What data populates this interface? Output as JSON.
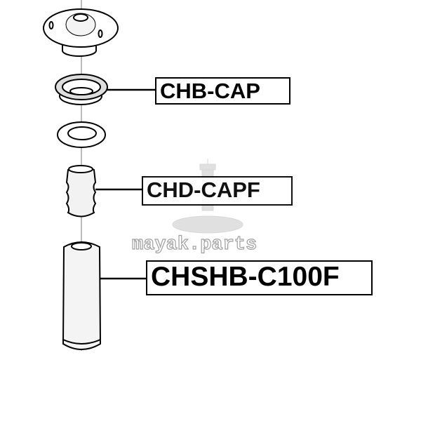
{
  "parts": [
    {
      "id": "top-mount",
      "label": null
    },
    {
      "id": "strut-bearing",
      "label": "CHB-CAP"
    },
    {
      "id": "washer",
      "label": null
    },
    {
      "id": "bump-stop",
      "label": "CHD-CAPF"
    },
    {
      "id": "dust-boot",
      "label": "CHSHB-C100F"
    }
  ],
  "labels": {
    "bearing": "CHB-CAP",
    "bump_stop": "CHD-CAPF",
    "boot": "CHSHB-C100F"
  },
  "watermark": "mayak.parts"
}
